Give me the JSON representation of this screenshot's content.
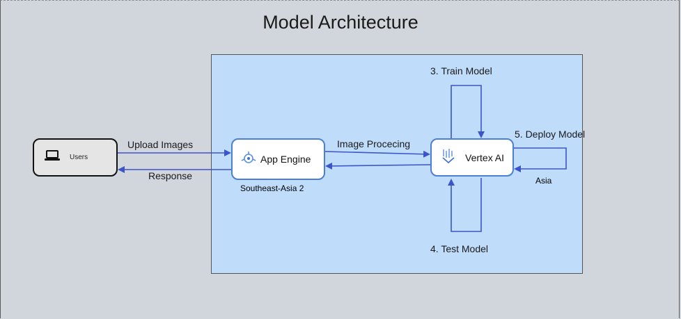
{
  "diagram": {
    "title": "Model Architecture",
    "nodes": {
      "users": {
        "label": "Users",
        "icon": "laptop-icon"
      },
      "app_engine": {
        "label": "App Engine",
        "icon": "app-engine-icon",
        "region": "Southeast-Asia 2"
      },
      "vertex_ai": {
        "label": "Vertex AI",
        "icon": "vertex-ai-icon",
        "region": "Asia"
      }
    },
    "edges": {
      "upload": "Upload Images",
      "response": "Response",
      "processing": "Image Procecing",
      "train": "3. Train Model",
      "test": "4. Test Model",
      "deploy": "5. Deploy Model"
    },
    "colors": {
      "arrow": "#3b55c9",
      "region_fill": "#bfdcfb",
      "canvas": "#d1d5dc",
      "node_border": "#4a7fd4"
    }
  }
}
